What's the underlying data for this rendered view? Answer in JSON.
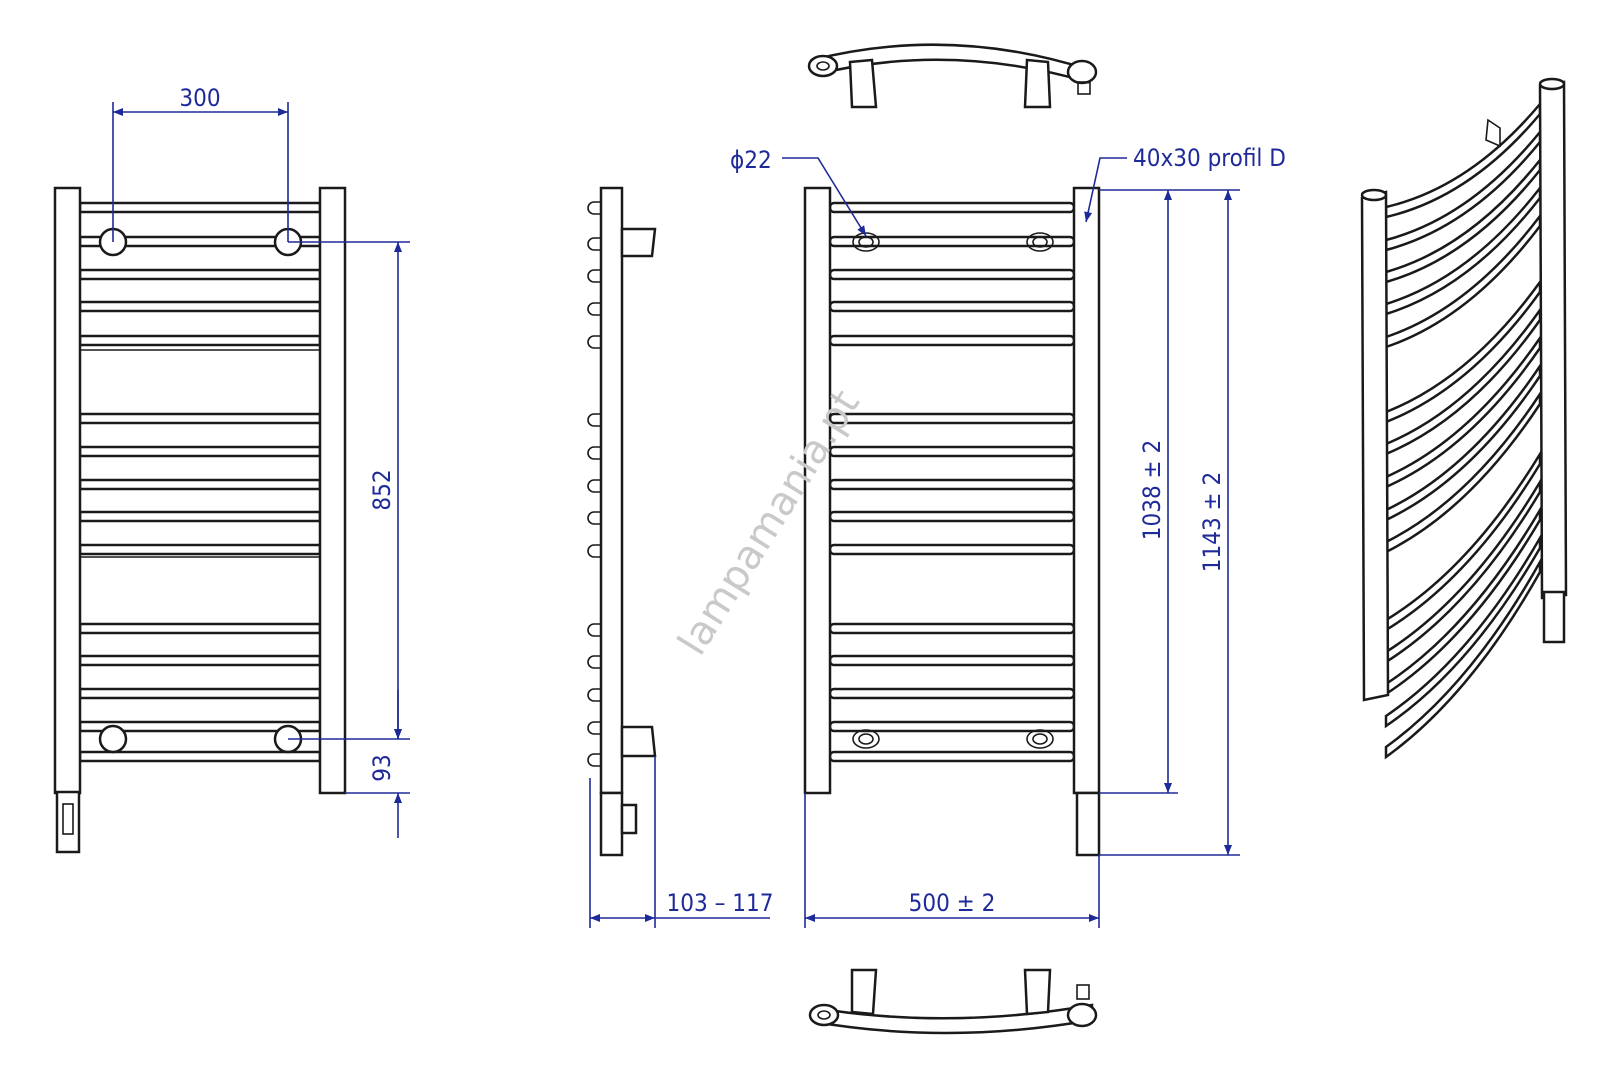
{
  "watermark": "lampamania.pt",
  "dimensions": {
    "connection_spacing": "300",
    "connection_height": "852",
    "bottom_offset": "93",
    "tube_diameter": "ϕ22",
    "profile": "40x30 profil D",
    "height_body": "1038  ± 2",
    "height_total": "1143  ± 2",
    "depth": "103 – 117",
    "width": "500  ± 2"
  },
  "colors": {
    "dimension": "#1f2a99",
    "outline": "#1a1a1a",
    "watermark": "#c9c9c9"
  }
}
